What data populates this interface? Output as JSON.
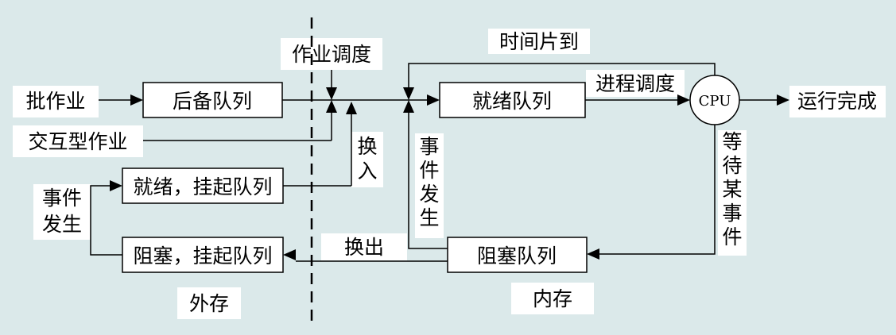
{
  "title": "作业调度",
  "nodes": {
    "batch_job": "批作业",
    "interactive_job": "交互型作业",
    "backup_queue": "后备队列",
    "ready_queue": "就绪队列",
    "cpu": "CPU",
    "run_complete": "运行完成",
    "ready_suspended_queue": "就绪，挂起队列",
    "blocked_suspended_queue": "阻塞，挂起队列",
    "blocked_queue": "阻塞队列"
  },
  "labels": {
    "job_scheduling": "作业调度",
    "time_slice_expired": "时间片到",
    "process_scheduling": "进程调度",
    "swap_in": [
      "换",
      "入"
    ],
    "event_occur_vertical": [
      "事",
      "件",
      "发",
      "生"
    ],
    "wait_event": [
      "等",
      "待",
      "某",
      "事",
      "件"
    ],
    "event_occur_left": [
      "事件",
      "发生"
    ],
    "swap_out": "换出",
    "external_storage": "外存",
    "internal_memory": "内存"
  }
}
